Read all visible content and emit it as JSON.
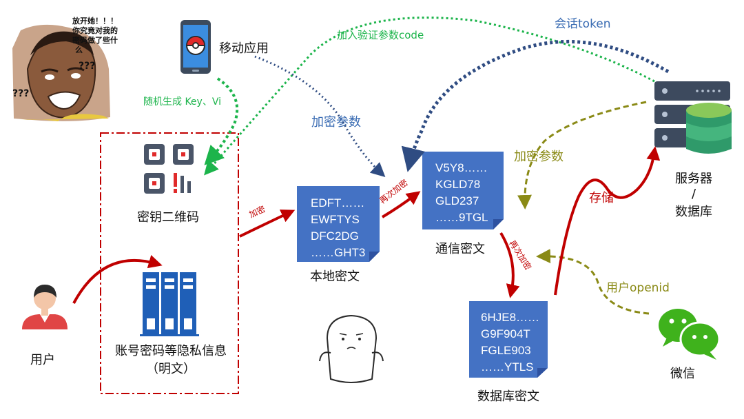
{
  "meme": {
    "speech": [
      "放开她！！！",
      "你究竟对我的",
      "密码做了些什",
      "么"
    ],
    "qmark_right": "???",
    "qmark_left": "???"
  },
  "mobile_app": {
    "label": "移动应用"
  },
  "flow_labels": {
    "random_key": "随机生成 Key、Vi",
    "verify_code": "加入验证参数code",
    "session_token": "会话token",
    "encrypt_params_blue": "加密参数",
    "encrypt_params_olive": "加密参数",
    "encrypt": "加密",
    "re_encrypt_1": "再次加密",
    "re_encrypt_2": "再次加密",
    "store": "存储",
    "openid": "用户openid"
  },
  "qr": {
    "label": "密钥二维码"
  },
  "ledger": {
    "label_line1": "账号密码等隐私信息",
    "label_line2": "（明文）"
  },
  "user": {
    "label": "用户"
  },
  "server": {
    "label_line1": "服务器",
    "label_line2": "/",
    "label_line3": "数据库"
  },
  "wechat": {
    "label": "微信"
  },
  "docs": {
    "local": {
      "lines": [
        "EDFT……",
        "EWFTYS",
        "DFC2DG",
        "……GHT3"
      ],
      "caption": "本地密文"
    },
    "comm": {
      "lines": [
        "V5Y8……",
        "KGLD78",
        "GLD237",
        "……9TGL"
      ],
      "caption": "通信密文"
    },
    "db": {
      "lines": [
        "6HJE8……",
        "G9F904T",
        "FGLE903",
        "……YTLS"
      ],
      "caption": "数据库密文"
    }
  },
  "colors": {
    "doc_blue": "#4472c4",
    "green": "#1cb44b",
    "navy": "#2f4c82",
    "olive": "#8a8a16",
    "red": "#c00000",
    "label_blue": "#3a6cb3",
    "wechat_green": "#3fb21c"
  }
}
